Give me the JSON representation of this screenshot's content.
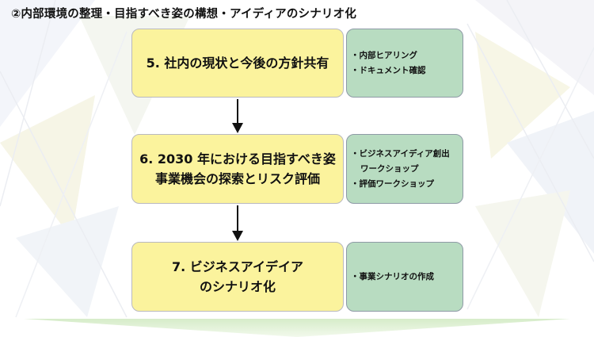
{
  "title": "②内部環境の整理・目指すべき姿の構想・アイディアのシナリオ化",
  "steps": [
    {
      "lines": [
        "5. 社内の現状と今後の方針共有"
      ],
      "notes": [
        "・内部ヒアリング",
        "・ドキュメント確認"
      ]
    },
    {
      "lines": [
        "6. 2030 年における目指すべき姿",
        "事業機会の探索とリスク評価"
      ],
      "notes": [
        "・ビジネスアイディア創出",
        "ワークショップ",
        "・評価ワークショップ"
      ]
    },
    {
      "lines": [
        "7. ビジネスアイデイア",
        "のシナリオ化"
      ],
      "notes": [
        "・事業シナリオの作成"
      ]
    }
  ],
  "colors": {
    "step_fill": "#fbf39d",
    "note_fill": "#b8dcc1",
    "bottom_chevron": "#d6ecc9"
  }
}
